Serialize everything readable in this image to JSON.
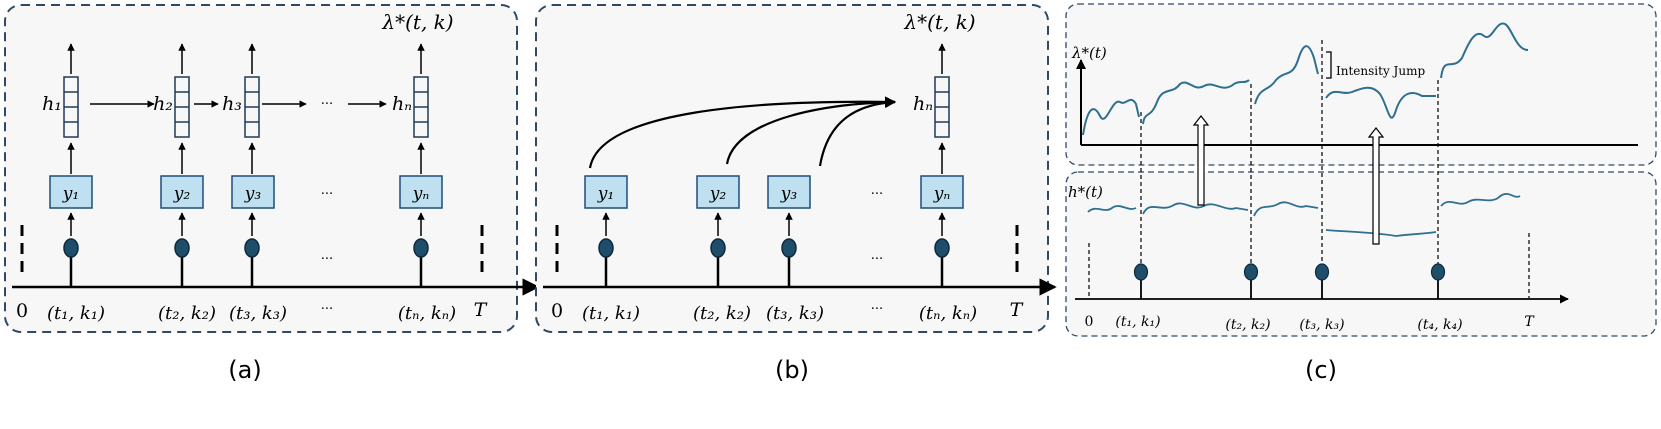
{
  "panels": {
    "a": {
      "caption": "(a)",
      "top_label": "λ*(t, k)",
      "events": [
        {
          "h": "h₁",
          "y": "y₁",
          "tk": "(t₁, k₁)"
        },
        {
          "h": "h₂",
          "y": "y₂",
          "tk": "(t₂, k₂)"
        },
        {
          "h": "h₃",
          "y": "y₃",
          "tk": "(t₃, k₃)"
        },
        {
          "h": "hₙ",
          "y": "yₙ",
          "tk": "(tₙ, kₙ)"
        }
      ],
      "ellipsis": "···",
      "start": "0",
      "end": "T"
    },
    "b": {
      "caption": "(b)",
      "top_label": "λ*(t, k)",
      "hidden": "hₙ",
      "events": [
        {
          "y": "y₁",
          "tk": "(t₁, k₁)"
        },
        {
          "y": "y₂",
          "tk": "(t₂, k₂)"
        },
        {
          "y": "y₃",
          "tk": "(t₃, k₃)"
        },
        {
          "y": "yₙ",
          "tk": "(tₙ, kₙ)"
        }
      ],
      "ellipsis": "···",
      "start": "0",
      "end": "T"
    },
    "c": {
      "caption": "(c)",
      "intensity_label": "λ*(t)",
      "hidden_label": "h*(t)",
      "jump_label": "Intensity Jump",
      "events": [
        "(t₁, k₁)",
        "(t₂, k₂)",
        "(t₃, k₃)",
        "(t₄, k₄)"
      ],
      "start": "0",
      "end": "T"
    }
  },
  "colors": {
    "frame": "#2f4a66",
    "box_fill": "#bfe0f0",
    "box_stroke": "#1f4e79",
    "dot": "#1f4e6b",
    "curve": "#2f6f8f",
    "ink": "#000000"
  }
}
